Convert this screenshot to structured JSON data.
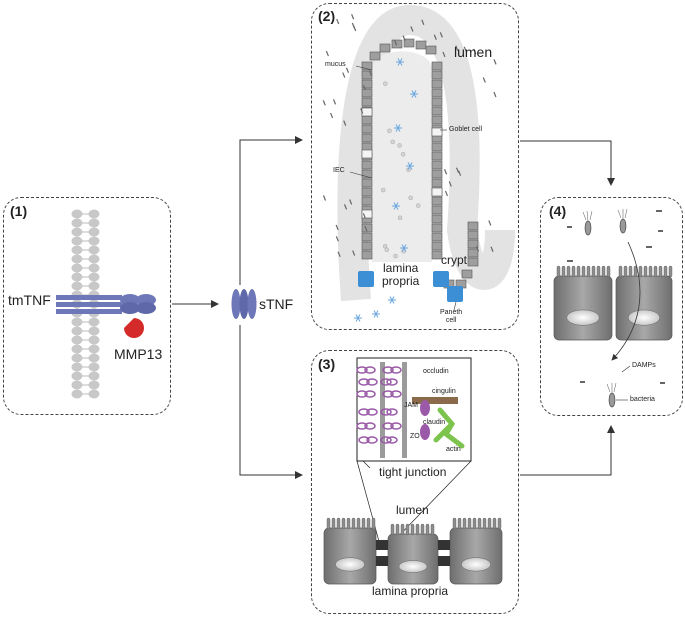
{
  "panel1": {
    "label": "(1)",
    "tmTNF": "tmTNF",
    "MMP13": "MMP13"
  },
  "sTNF": "sTNF",
  "panel2": {
    "label": "(2)",
    "lumen": "lumen",
    "mucus": "mucus",
    "goblet_cell": "Goblet cell",
    "iec": "IEC",
    "crypt": "crypt",
    "lamina_propria_1": "lamina",
    "lamina_propria_2": "propria",
    "paneth_1": "Paneth",
    "paneth_2": "cell"
  },
  "panel3": {
    "label": "(3)",
    "occludin": "occludin",
    "cingulin": "cingulin",
    "jam": "JAM",
    "claudin": "claudin",
    "zo": "ZO",
    "actin": "actin",
    "tight_junction": "tight junction",
    "lumen": "lumen",
    "lamina_propria": "lamina propria"
  },
  "panel4": {
    "label": "(4)",
    "damps": "DAMPs",
    "bacteria": "bacteria"
  },
  "colors": {
    "membrane": "#c8c8c8",
    "tnf": "#6e78b8",
    "mmp13": "#d42a2a",
    "cell": "#8c8c8c",
    "nucleus": "#e6e6e6",
    "blue_marker": "#3c8fd4",
    "claudin_green": "#7cc44e",
    "junction_purple": "#9a5aa8"
  }
}
